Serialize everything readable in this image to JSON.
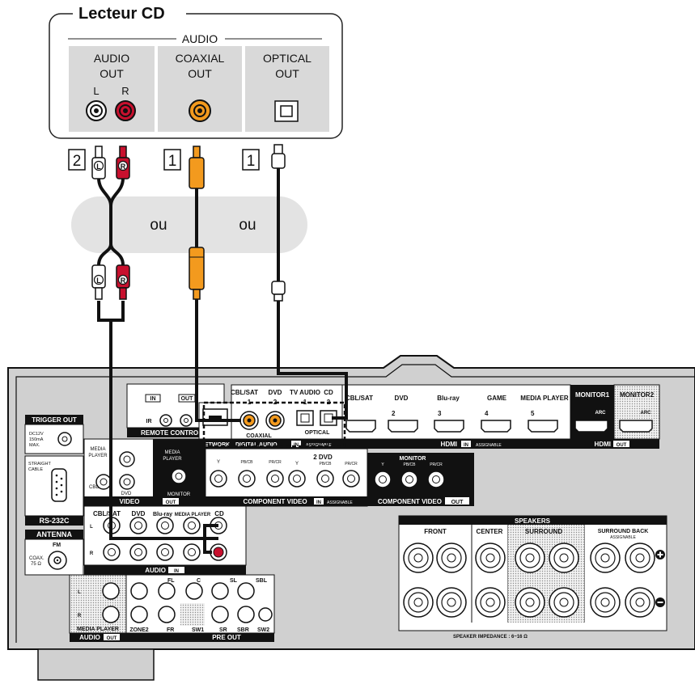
{
  "source": {
    "title": "Lecteur CD",
    "section": "AUDIO",
    "outputs": [
      {
        "line1": "AUDIO",
        "line2": "OUT",
        "l": "L",
        "r": "R"
      },
      {
        "line1": "COAXIAL",
        "line2": "OUT"
      },
      {
        "line1": "OPTICAL",
        "line2": "OUT"
      }
    ]
  },
  "cables": {
    "num_audio": "2",
    "num_coax": "1",
    "num_optical": "1",
    "plug_l": "L",
    "plug_r": "R",
    "ou1": "ou",
    "ou2": "ou"
  },
  "receiver": {
    "trigger_out": "TRIGGER OUT",
    "dc_spec": [
      "DC12V",
      "150mA",
      "MAX."
    ],
    "straight_cable": [
      "STRAIGHT",
      "CABLE"
    ],
    "rs232c": "RS-232C",
    "antenna": "ANTENNA",
    "fm": "FM",
    "coax_75": [
      "COAX.",
      "75 Ω"
    ],
    "remote_in": "IN",
    "remote_ir": "IR",
    "remote_out": "OUT",
    "remote_control": "REMOTE CONTROL",
    "network": "NETWORK",
    "digital_audio": "DIGITAL AUDIO",
    "in_tag": "IN",
    "assignable": "ASSIGNABLE",
    "coaxial": "COAXIAL",
    "optical": "OPTICAL",
    "cbl_sat": "CBL/SAT",
    "dvd": "DVD",
    "tv_audio": "TV AUDIO",
    "cd": "CD",
    "num1": "1",
    "num2": "2",
    "hdmi_in": [
      "CBL/SAT",
      "DVD",
      "Blu-ray",
      "GAME",
      "MEDIA PLAYER"
    ],
    "hdmi_nums": [
      "",
      "2",
      "3",
      "4",
      "5"
    ],
    "hdmi": "HDMI",
    "monitor1": "MONITOR1",
    "monitor2": "MONITOR2",
    "arc": "ARC",
    "out_tag": "OUT",
    "media_player": [
      "MEDIA",
      "PLAYER"
    ],
    "monitor": "MONITOR",
    "video": "VIDEO",
    "comp_y": "Y",
    "comp_pb": "PB/CB",
    "comp_pr": "PR/CR",
    "two_dvd": "2 DVD",
    "component_video": "COMPONENT VIDEO",
    "audio_inputs": [
      "CBL/SAT",
      "DVD",
      "Blu-ray",
      "MEDIA PLAYER",
      "CD"
    ],
    "audio": "AUDIO",
    "audio_out": "AUDIO",
    "media_player_line": "MEDIA PLAYER",
    "zone2": "ZONE2",
    "pre_out": "PRE OUT",
    "pre_labels": [
      "FL",
      "C",
      "SL",
      "SBL",
      "FR",
      "SW1",
      "SR",
      "SBR",
      "SW2"
    ],
    "speakers": "SPEAKERS",
    "front": "FRONT",
    "center": "CENTER",
    "surround": "SURROUND",
    "surround_back": "SURROUND BACK",
    "impedance": "SPEAKER IMPEDANCE : 6~16 Ω"
  }
}
